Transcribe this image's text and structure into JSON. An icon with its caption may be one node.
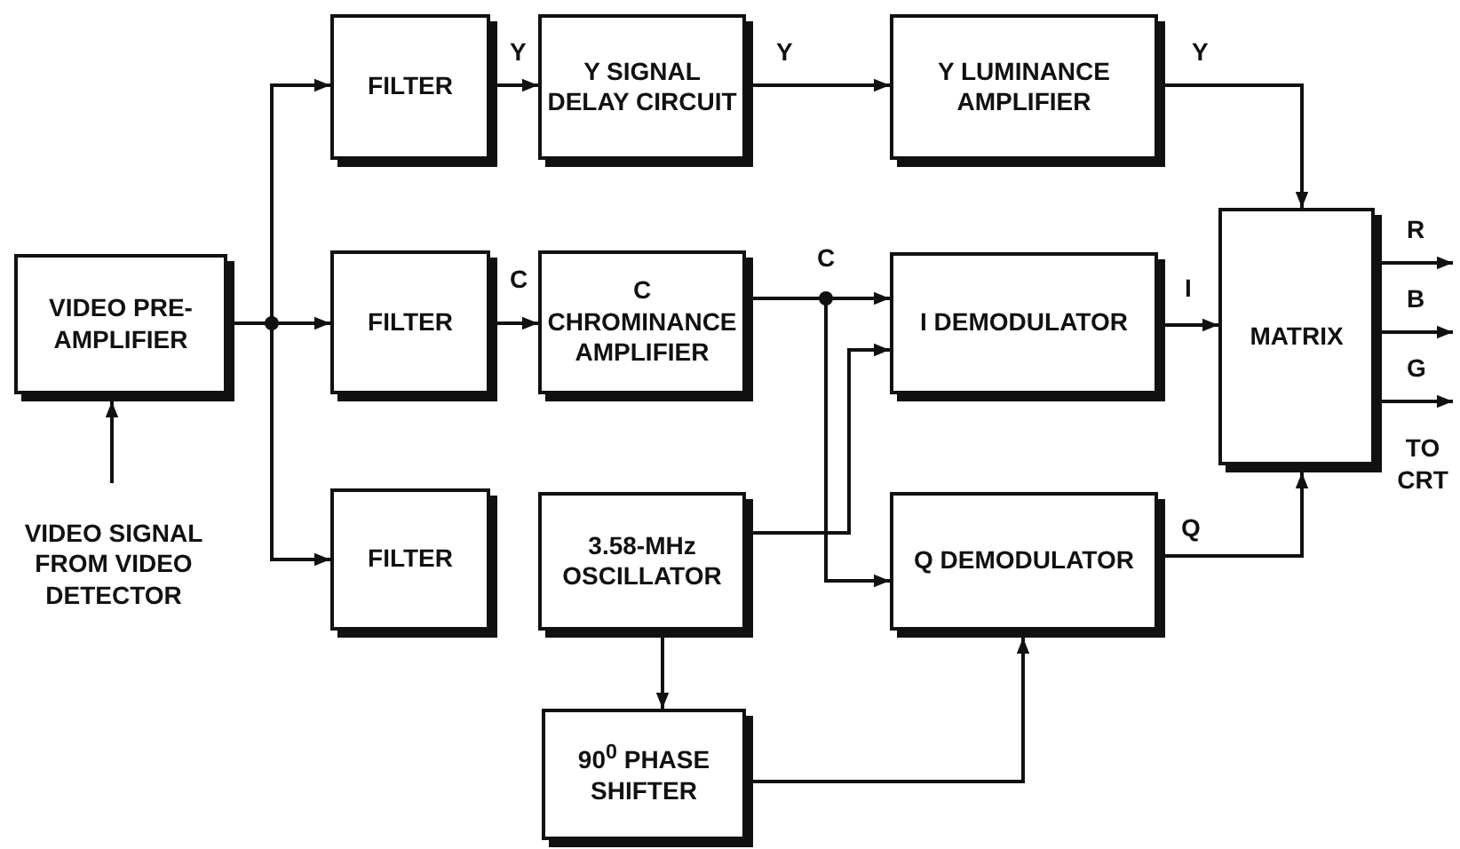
{
  "diagram": {
    "nodes": [
      {
        "text": [
          "VIDEO PRE-AMPLIFIER"
        ]
      },
      {
        "text": [
          "FILTER"
        ]
      },
      {
        "text": [
          "Y SIGNAL DELAY CIRCUIT"
        ]
      },
      {
        "text": [
          "Y LUMINANCE AMPLIFIER"
        ]
      },
      {
        "text": [
          "FILTER"
        ]
      },
      {
        "text": [
          "C CHROMINANCE AMPLIFIER"
        ]
      },
      {
        "text": [
          "I DEMODULATOR"
        ]
      },
      {
        "text": [
          "MATRIX"
        ]
      },
      {
        "text": [
          "FILTER"
        ]
      },
      {
        "text": [
          "3.58-MHz OSCILLATOR"
        ]
      },
      {
        "text": [
          "Q DEMODULATOR"
        ]
      },
      {
        "text": [
          "90$^{0}$ PHASE SHIFTER"
        ]
      },
      {
        "text": [
          "VIDEO SIGNAL FROM VIDEO DETECTOR"
        ]
      }
    ],
    "edges": [
      {
        "from": 12,
        "to": 0,
        "arrow": "to"
      },
      {
        "from": 0,
        "to": 1,
        "arrow": "to"
      },
      {
        "from": 0,
        "to": 4,
        "arrow": "to"
      },
      {
        "from": 0,
        "to": 8,
        "arrow": "to"
      },
      {
        "from": 1,
        "to": 2,
        "arrow": "to",
        "label": "Y"
      },
      {
        "from": 2,
        "to": 3,
        "arrow": "to",
        "label": "Y"
      },
      {
        "from": 3,
        "to": 7,
        "arrow": "to",
        "label": "Y"
      },
      {
        "from": 4,
        "to": 5,
        "arrow": "to",
        "label": "C"
      },
      {
        "from": 5,
        "to": 6,
        "arrow": "to",
        "label": "C"
      },
      {
        "from": 5,
        "to": 10,
        "arrow": "to"
      },
      {
        "from": 9,
        "to": 6,
        "arrow": "to"
      },
      {
        "from": 6,
        "to": 7,
        "arrow": "to",
        "label": "I"
      },
      {
        "from": 10,
        "to": 7,
        "arrow": "to",
        "label": "Q"
      },
      {
        "from": 9,
        "to": 11,
        "arrow": "to"
      },
      {
        "from": 11,
        "to": 10,
        "arrow": "to"
      },
      {
        "from": 7,
        "to": null,
        "arrow": "to",
        "label": "R"
      },
      {
        "from": 7,
        "to": null,
        "arrow": "to",
        "label": "B"
      },
      {
        "from": 7,
        "to": null,
        "arrow": "to",
        "label": "G"
      }
    ],
    "labels": [
      "TO CRT"
    ]
  }
}
